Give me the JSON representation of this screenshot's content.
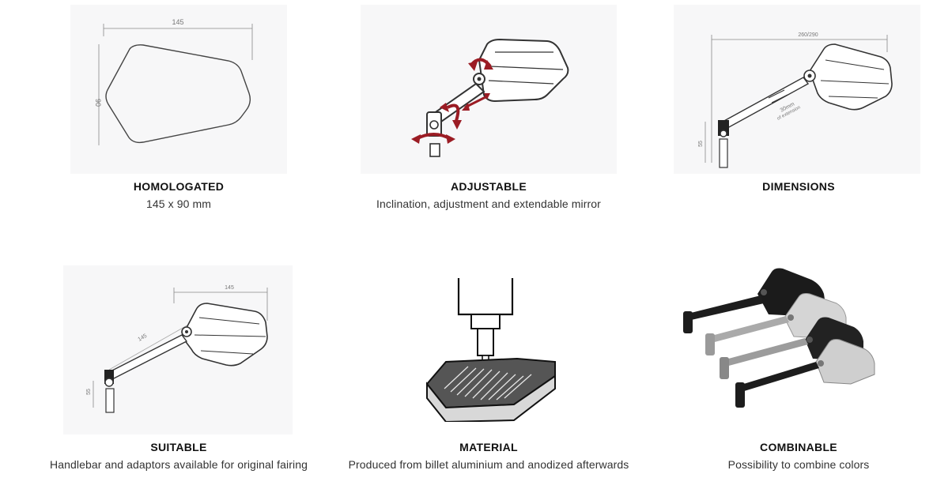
{
  "features": [
    {
      "title": "HOMOLOGATED",
      "subtitle": "145 x 90 mm",
      "icon": "homologated-diagram-icon",
      "dims": {
        "width": "145",
        "height": "90"
      }
    },
    {
      "title": "ADJUSTABLE",
      "subtitle": "Inclination, adjustment and extendable mirror",
      "icon": "adjustable-mirror-icon"
    },
    {
      "title": "DIMENSIONS",
      "subtitle": "",
      "icon": "dimensions-diagram-icon",
      "dims": {
        "span": "260/290",
        "height": "55",
        "note_a": "30mm",
        "note_b": "of extension"
      }
    },
    {
      "title": "SUITABLE",
      "subtitle": "Handlebar and adaptors available for original fairing",
      "icon": "suitable-diagram-icon",
      "dims": {
        "width": "145",
        "arm": "145",
        "height": "55"
      }
    },
    {
      "title": "MATERIAL",
      "subtitle": "Produced from billet aluminium and anodized afterwards",
      "icon": "milling-block-icon"
    },
    {
      "title": "COMBINABLE",
      "subtitle": "Possibility to combine colors",
      "icon": "combined-mirrors-icon"
    }
  ],
  "colors": {
    "accent_red": "#9b1c24",
    "line": "#333333",
    "panel_bg": "#f7f7f8"
  }
}
